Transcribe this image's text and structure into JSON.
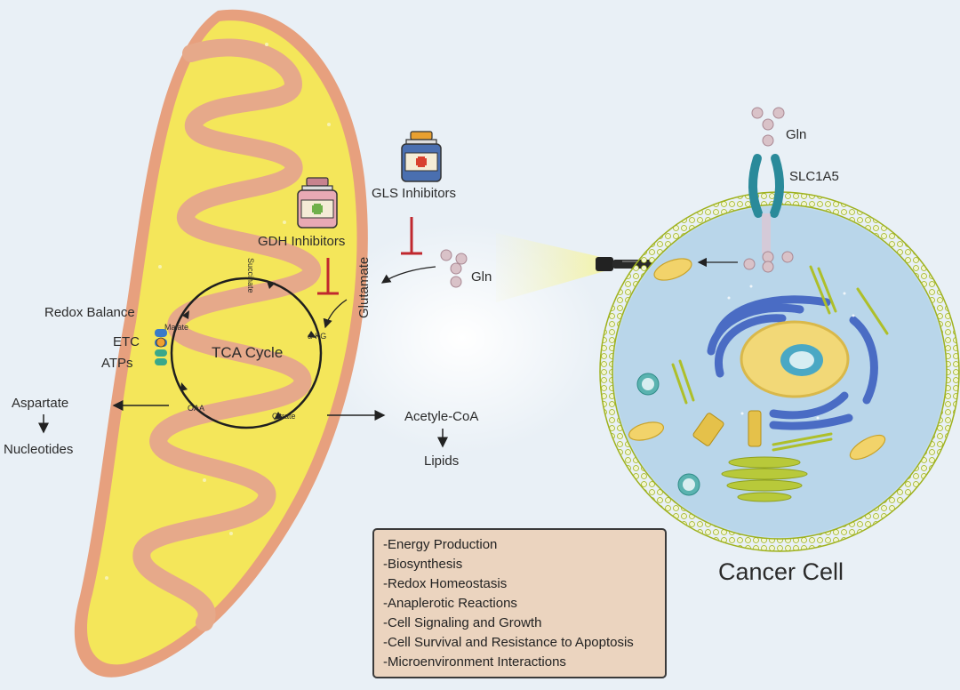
{
  "mitochondrion": {
    "tca_cycle": "TCA Cycle",
    "succinate": "Succinate",
    "malate": "Malate",
    "akg": "α-KG",
    "oaa": "OAA",
    "citrate": "Citrate",
    "glutamate": "Glutamate"
  },
  "left_labels": {
    "redox_balance": "Redox Balance",
    "etc": "ETC",
    "atps": "ATPs",
    "aspartate": "Aspartate",
    "nucleotides": "Nucleotides"
  },
  "inhibitors": {
    "gdh": "GDH Inhibitors",
    "gls": "GLS Inhibitors"
  },
  "products": {
    "acetyl_coa": "Acetyle-CoA",
    "lipids": "Lipids"
  },
  "cell": {
    "gln_top": "Gln",
    "transporter": "SLC1A5",
    "gln_mid": "Gln",
    "title": "Cancer Cell"
  },
  "functions": [
    "-Energy Production",
    "-Biosynthesis",
    "-Redox Homeostasis",
    "-Anaplerotic Reactions",
    "-Cell Signaling and Growth",
    "-Cell Survival and Resistance to Apoptosis",
    "-Microenvironment Interactions"
  ],
  "colors": {
    "inhibit_red": "#c0282e",
    "membrane_green": "#b5c92a",
    "mito_yellow": "#f4e65a",
    "cristae": "#e6a98a"
  }
}
